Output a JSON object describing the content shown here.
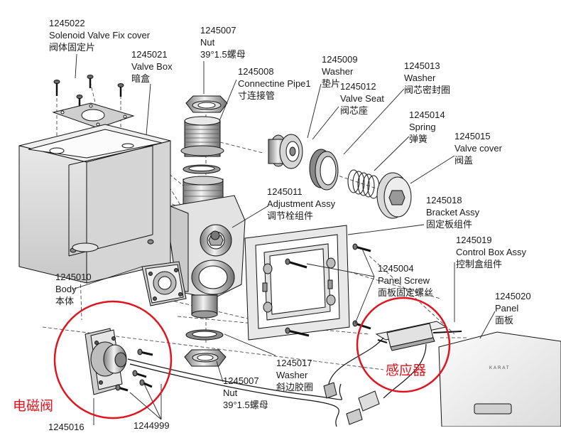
{
  "parts": [
    {
      "id": "p1245022",
      "code": "1245022",
      "en": "Solenoid Valve Fix cover",
      "cn": "阀体固定片"
    },
    {
      "id": "p1245021",
      "code": "1245021",
      "en": "Valve Box",
      "cn": "暗盒"
    },
    {
      "id": "p1245007a",
      "code": "1245007",
      "en": "Nut",
      "cn": "39°1.5螺母"
    },
    {
      "id": "p1245008",
      "code": "1245008",
      "en": "Connectine Pipe1",
      "cn": "寸连接管"
    },
    {
      "id": "p1245009",
      "code": "1245009",
      "en": "Washer",
      "cn": "垫片"
    },
    {
      "id": "p1245012",
      "code": "1245012",
      "en": "Valve Seat",
      "cn": "阀芯座"
    },
    {
      "id": "p1245013",
      "code": "1245013",
      "en": "Washer",
      "cn": "阀芯密封圈"
    },
    {
      "id": "p1245014",
      "code": "1245014",
      "en": "Spring",
      "cn": "弹簧"
    },
    {
      "id": "p1245015",
      "code": "1245015",
      "en": "Valve cover",
      "cn": "阀盖"
    },
    {
      "id": "p1245011",
      "code": "1245011",
      "en": "Adjustment Assy",
      "cn": "调节栓组件"
    },
    {
      "id": "p1245018",
      "code": "1245018",
      "en": "Bracket Assy",
      "cn": "固定板组件"
    },
    {
      "id": "p1245019",
      "code": "1245019",
      "en": "Control Box Assy",
      "cn": "控制盒组件"
    },
    {
      "id": "p1245010",
      "code": "1245010",
      "en": "Body",
      "cn": "本体"
    },
    {
      "id": "p1245004",
      "code": "1245004",
      "en": "Panel Screw",
      "cn": "面板固定螺丝"
    },
    {
      "id": "p1245020",
      "code": "1245020",
      "en": "Panel",
      "cn": "面板"
    },
    {
      "id": "p1245017",
      "code": "1245017",
      "en": "Washer",
      "cn": "斜边胶圈"
    },
    {
      "id": "p1245007b",
      "code": "1245007",
      "en": "Nut",
      "cn": "39°1.5螺母"
    },
    {
      "id": "p1245016",
      "code": "1245016",
      "en": "",
      "cn": ""
    },
    {
      "id": "p1244999",
      "code": "1244999",
      "en": "",
      "cn": ""
    }
  ],
  "callouts": {
    "solenoid_valve": "电磁阀",
    "sensor": "感应器"
  },
  "panel_brand": "KARAT",
  "colors": {
    "line": "#1a1a1a",
    "callout_red": "#e0141e",
    "part_fill": "#d9d9d9",
    "part_dark": "#8c8c8c"
  }
}
